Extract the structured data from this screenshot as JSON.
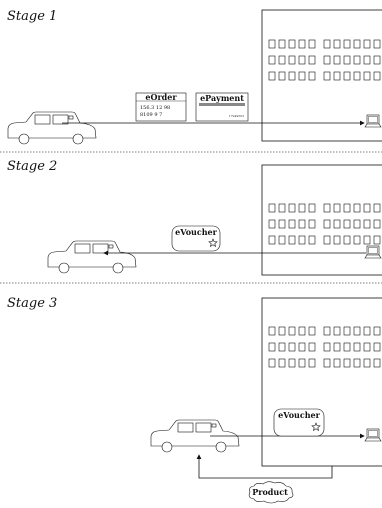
{
  "stages": [
    {
      "label": "Stage 1",
      "documents": {
        "eorder": {
          "title": "eOrder",
          "row1": "156.3   12  98",
          "row2": "8109     9   7"
        },
        "epayment": {
          "title": "ePayment",
          "fine": "17949503"
        }
      }
    },
    {
      "label": "Stage 2",
      "documents": {
        "evoucher": {
          "title": "eVoucher"
        }
      }
    },
    {
      "label": "Stage 3",
      "documents": {
        "evoucher": {
          "title": "eVoucher"
        },
        "product": {
          "title": "Product"
        }
      }
    }
  ]
}
